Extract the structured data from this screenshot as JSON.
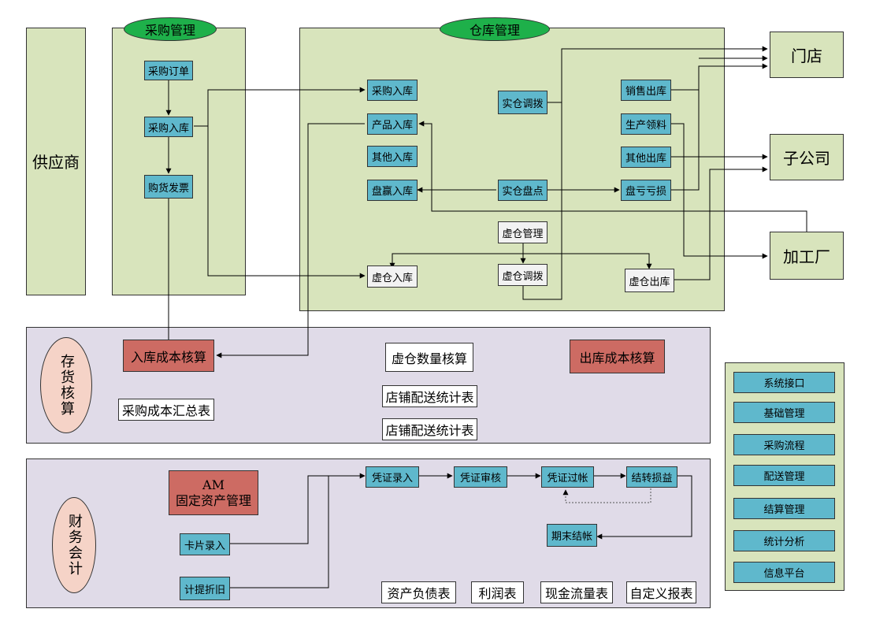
{
  "supplier": "供应商",
  "purchase": {
    "title": "采购管理",
    "order": "采购订单",
    "inbound": "采购入库",
    "invoice": "购货发票"
  },
  "warehouse": {
    "title": "仓库管理",
    "purchase_in": "采购入库",
    "product_in": "产品入库",
    "other_in": "其他入库",
    "surplus_in": "盘赢入库",
    "virtual_in": "虚仓入库",
    "transfer": "实仓调拨",
    "stocktake": "实仓盘点",
    "virtual_mgmt": "虚仓管理",
    "virtual_transfer": "虚仓调拨",
    "sales_out": "销售出库",
    "production_issue": "生产领料",
    "other_out": "其他出库",
    "loss": "盘亏亏损",
    "virtual_out": "虚仓出库"
  },
  "destinations": {
    "store": "门店",
    "subsidiary": "子公司",
    "factory": "加工厂"
  },
  "inventory": {
    "title": "存货核算",
    "in_cost": "入库成本核算",
    "virtual_qty": "虚仓数量核算",
    "out_cost": "出库成本核算",
    "purchase_summary": "采购成本汇总表",
    "store_stats_1": "店铺配送统计表",
    "store_stats_2": "店铺配送统计表"
  },
  "finance": {
    "title": "财务会计",
    "am_line1": "AM",
    "am_line2": "固定资产管理",
    "card_entry": "卡片录入",
    "depreciation": "计提折旧",
    "voucher_entry": "凭证录入",
    "voucher_audit": "凭证审核",
    "voucher_post": "凭证过帐",
    "carry_over": "结转损益",
    "period_close": "期末结帐",
    "balance_sheet": "资产负债表",
    "income": "利润表",
    "cashflow": "现金流量表",
    "custom_report": "自定义报表"
  },
  "sidebar": {
    "items": [
      "系统接口",
      "基础管理",
      "采购流程",
      "配送管理",
      "结算管理",
      "统计分析",
      "信息平台"
    ]
  },
  "colors": {
    "green_panel": "#d8e4bc",
    "lavender_panel": "#e0dbe8",
    "blue_box": "#5fb8cc",
    "red_box": "#cd6b63",
    "title_ellipse": "#1eb04a",
    "pink_ellipse": "#f5d3c7"
  }
}
